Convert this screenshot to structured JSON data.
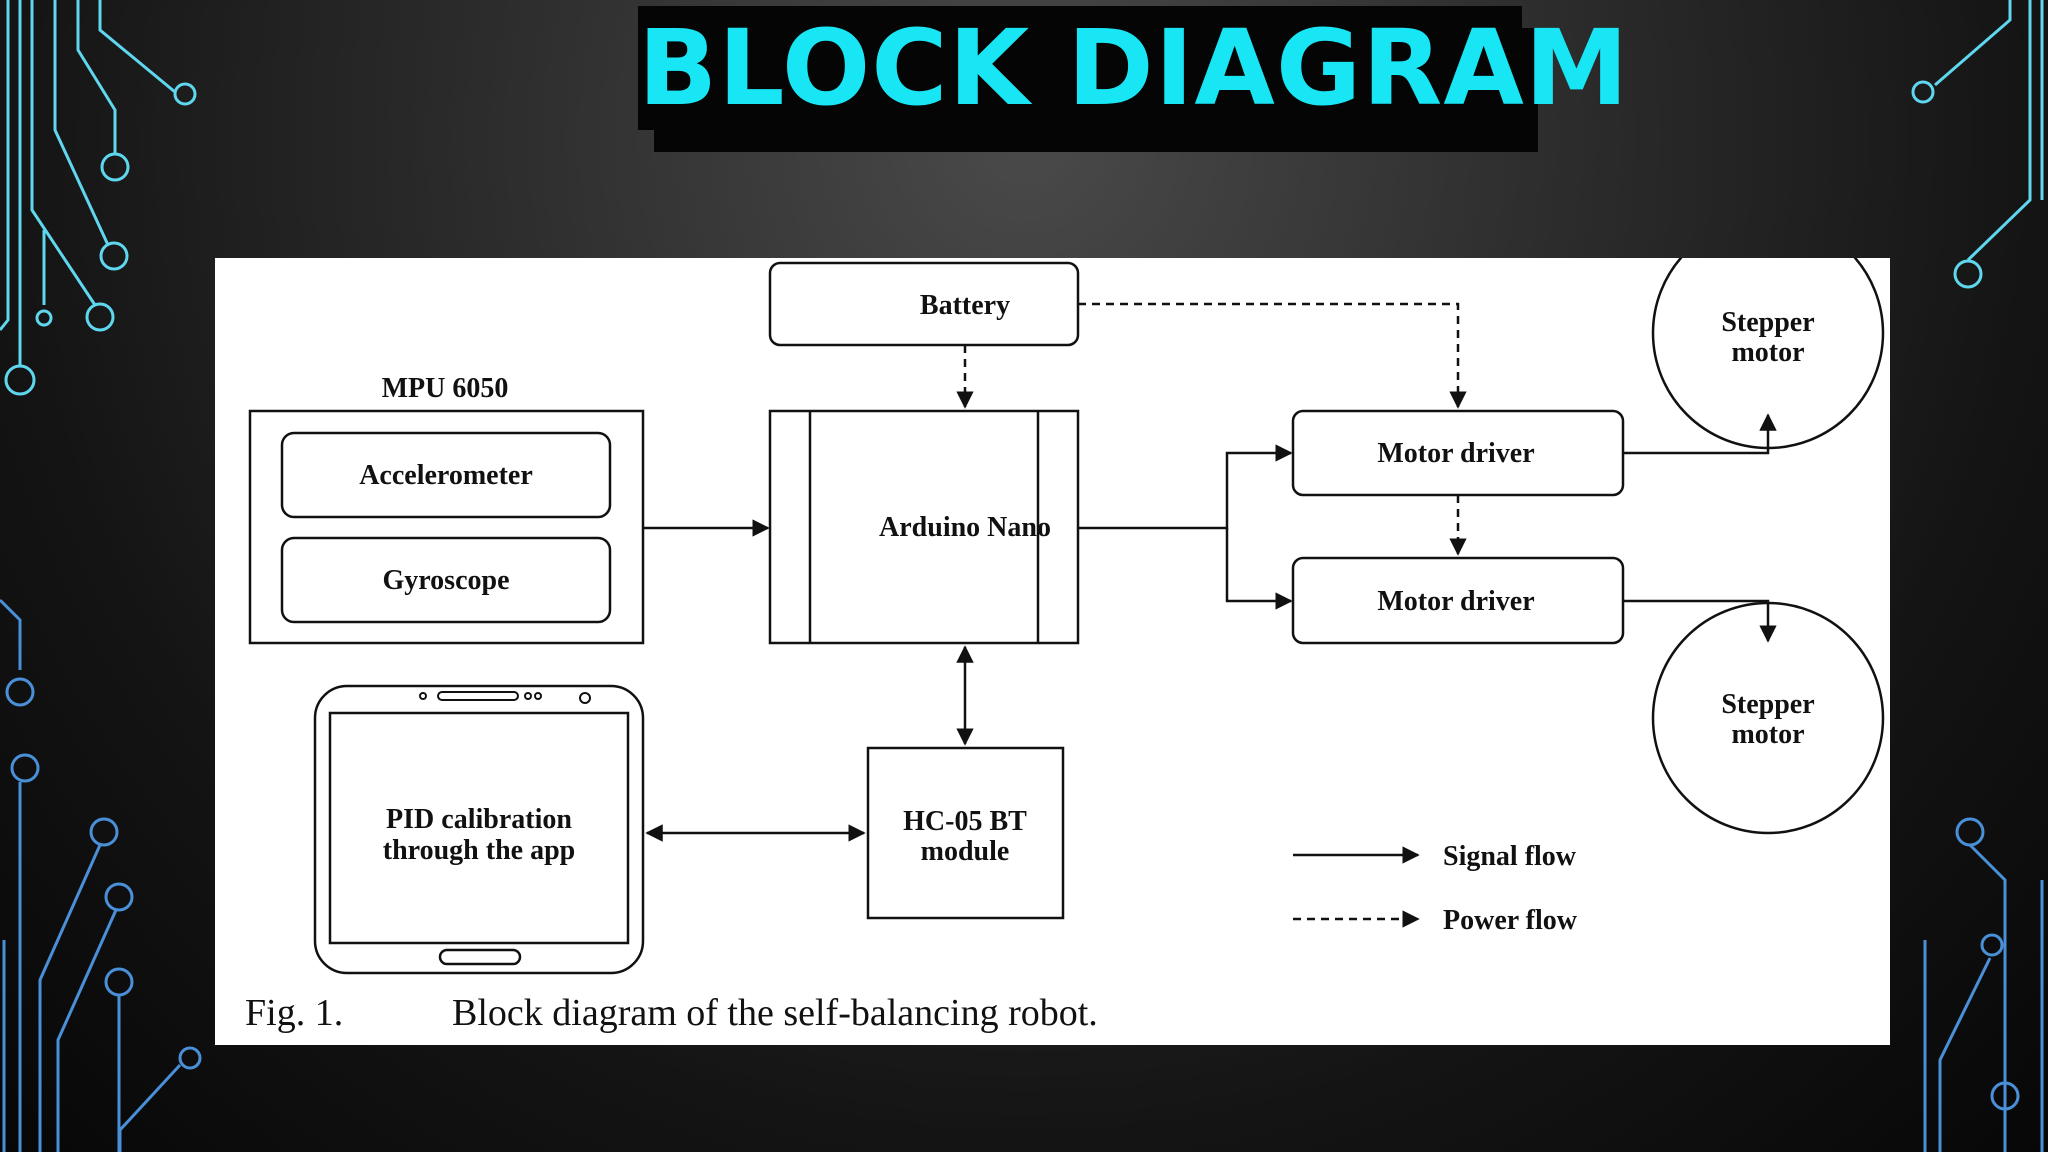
{
  "slide": {
    "title": "BLOCK DIAGRAM",
    "accent_color": "#19e6f5",
    "circuit_color_top": "#5fd7ee",
    "circuit_color_bottom": "#4a90d9"
  },
  "diagram": {
    "nodes": {
      "battery": "Battery",
      "mpu_title": "MPU 6050",
      "accelerometer": "Accelerometer",
      "gyroscope": "Gyroscope",
      "arduino": "Arduino Nano",
      "motor_driver_1": "Motor driver",
      "motor_driver_2": "Motor driver",
      "stepper_1": [
        "Stepper",
        "motor"
      ],
      "stepper_2": [
        "Stepper",
        "motor"
      ],
      "bt_module": [
        "HC-05 BT",
        "module"
      ],
      "phone": [
        "PID calibration",
        "through the app"
      ]
    },
    "legend": {
      "signal": "Signal flow",
      "power": "Power flow"
    },
    "caption_label": "Fig. 1.",
    "caption_text": "Block diagram of the self-balancing robot."
  }
}
